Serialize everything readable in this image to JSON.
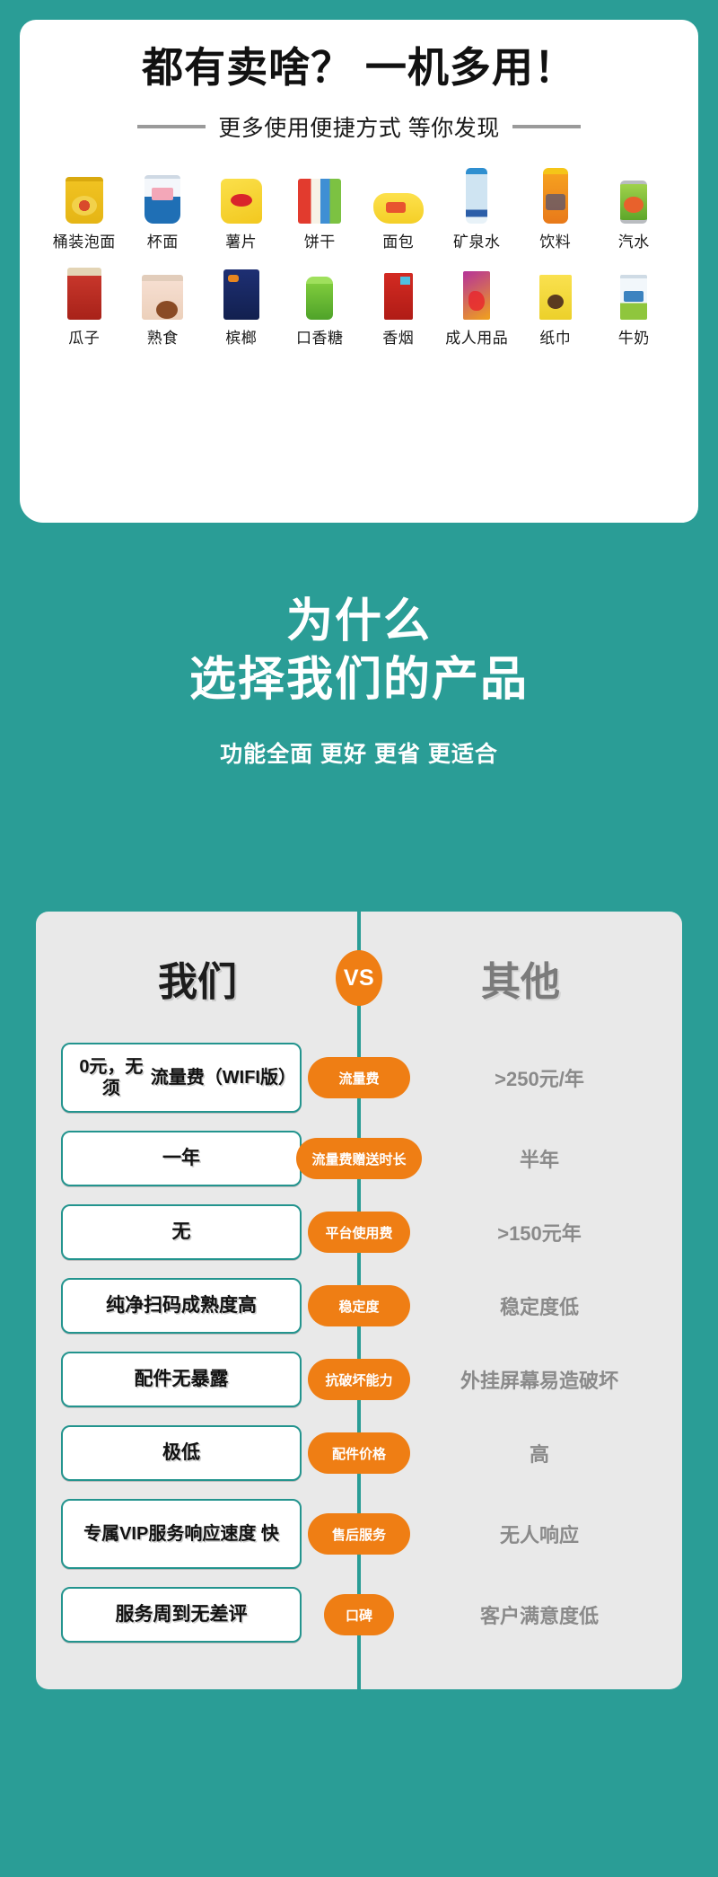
{
  "hero": {
    "title": "都有卖啥？ 一机多用！",
    "subtitle": "更多使用便捷方式 等你发现",
    "products_row1": [
      {
        "label": "桶装泡面",
        "icon": "cup-noodle-bowl-icon"
      },
      {
        "label": "杯面",
        "icon": "cup-noodle-icon"
      },
      {
        "label": "薯片",
        "icon": "potato-chips-icon"
      },
      {
        "label": "饼干",
        "icon": "biscuit-icon"
      },
      {
        "label": "面包",
        "icon": "bread-icon"
      },
      {
        "label": "矿泉水",
        "icon": "water-bottle-icon"
      },
      {
        "label": "饮料",
        "icon": "drink-bottle-icon"
      },
      {
        "label": "汽水",
        "icon": "soda-can-icon"
      }
    ],
    "products_row2": [
      {
        "label": "瓜子",
        "icon": "sunflower-seeds-icon"
      },
      {
        "label": "熟食",
        "icon": "cooked-food-icon"
      },
      {
        "label": "槟榔",
        "icon": "betel-nut-icon"
      },
      {
        "label": "口香糖",
        "icon": "chewing-gum-icon"
      },
      {
        "label": "香烟",
        "icon": "cigarette-icon"
      },
      {
        "label": "成人用品",
        "icon": "adult-product-icon"
      },
      {
        "label": "纸巾",
        "icon": "tissue-icon"
      },
      {
        "label": "牛奶",
        "icon": "milk-carton-icon"
      }
    ]
  },
  "why": {
    "line1": "为什么",
    "line2": "选择我们的产品",
    "subtitle": "功能全面 更好 更省 更适合"
  },
  "comparison": {
    "left_header": "我们",
    "vs_label": "VS",
    "right_header": "其他",
    "rows": [
      {
        "ours": "0元，无须\n流量费（WIFI版）",
        "feature": "流量费",
        "other": ">250元/年",
        "two_line": true
      },
      {
        "ours": "一年",
        "feature": "流量费赠送时长",
        "other": "半年",
        "two_line": false
      },
      {
        "ours": "无",
        "feature": "平台使用费",
        "other": ">150元年",
        "two_line": false
      },
      {
        "ours": "纯净扫码成熟度高",
        "feature": "稳定度",
        "other": "稳定度低",
        "two_line": false
      },
      {
        "ours": "配件无暴露",
        "feature": "抗破坏能力",
        "other": "外挂屏幕易造破坏",
        "two_line": false
      },
      {
        "ours": "极低",
        "feature": "配件价格",
        "other": "高",
        "two_line": false
      },
      {
        "ours": "专属VIP服务\n响应速度 快",
        "feature": "售后服务",
        "other": "无人响应",
        "two_line": true
      },
      {
        "ours": "服务周到无差评",
        "feature": "口碑",
        "other": "客户满意度低",
        "two_line": false
      }
    ]
  },
  "colors": {
    "teal": "#2a9d96",
    "orange": "#ef7e14",
    "panel_gray": "#e9e9e9",
    "box_border": "#23948e",
    "other_text": "#8a8a8a"
  }
}
